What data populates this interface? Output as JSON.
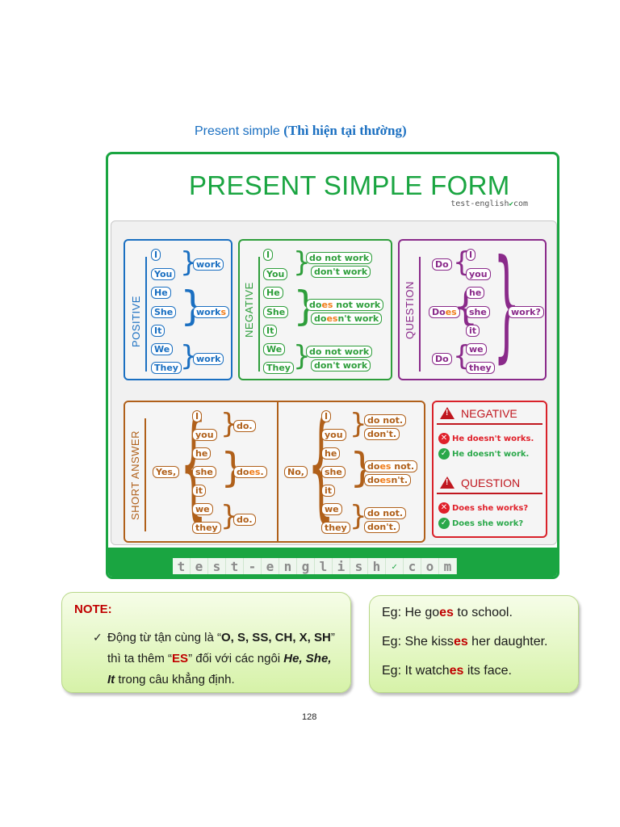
{
  "heading": {
    "prefix": "Present simple ",
    "vn": "(Thì hiện tại thường)"
  },
  "infographic": {
    "title": "PRESENT SIMPLE FORM",
    "logo_small": "test-english",
    "logo_small_suffix": "com",
    "positive": {
      "label": "POSITIVE",
      "subjects": [
        "I",
        "You",
        "He",
        "She",
        "It",
        "We",
        "They"
      ],
      "verbs": [
        {
          "base": "work",
          "hl": ""
        },
        {
          "base": "work",
          "hl": "s"
        },
        {
          "base": "work",
          "hl": ""
        }
      ]
    },
    "negative": {
      "label": "NEGATIVE",
      "subjects": [
        "I",
        "You",
        "He",
        "She",
        "It",
        "We",
        "They"
      ],
      "group1": [
        "do not work",
        "don't work"
      ],
      "group2": [
        {
          "a": "do",
          "hl": "es",
          "b": " not work"
        },
        {
          "a": "do",
          "hl": "es",
          "b": "n't work"
        }
      ],
      "group3": [
        "do not work",
        "don't work"
      ]
    },
    "question": {
      "label": "QUESTION",
      "aux": [
        {
          "a": "Do",
          "hl": ""
        },
        {
          "a": "Do",
          "hl": "es"
        },
        {
          "a": "Do",
          "hl": ""
        }
      ],
      "subjects": [
        "I",
        "you",
        "he",
        "she",
        "it",
        "we",
        "they"
      ],
      "verb": "work?"
    },
    "short_answer": {
      "label": "SHORT ANSWER",
      "yes": "Yes,",
      "no": "No,",
      "subjects": [
        "I",
        "you",
        "he",
        "she",
        "it",
        "we",
        "they"
      ],
      "yes_groups": [
        {
          "a": "do.",
          "hl": ""
        },
        {
          "a": "do",
          "hl": "es",
          "b": "."
        },
        {
          "a": "do.",
          "hl": ""
        }
      ],
      "no_groups": [
        [
          "do not.",
          "don't."
        ],
        [
          {
            "a": "do",
            "hl": "es",
            "b": " not."
          },
          {
            "a": "do",
            "hl": "es",
            "b": "n't."
          }
        ],
        [
          "do not.",
          "don't."
        ]
      ]
    },
    "warnings": {
      "negative_title": "NEGATIVE",
      "negative_wrong": "He doesn't works.",
      "negative_right": "He doesn't work.",
      "question_title": "QUESTION",
      "question_wrong": "Does she works?",
      "question_right": "Does she work?",
      "wrong_color": "#e0202a",
      "right_color": "#2aa84a"
    },
    "watermark": [
      "t",
      "e",
      "s",
      "t",
      "-",
      "e",
      "n",
      "g",
      "l",
      "i",
      "s",
      "h",
      "✓",
      "c",
      "o",
      "m"
    ]
  },
  "note": {
    "title": "NOTE:",
    "check": "✓",
    "line1_a": "Động từ tận cùng là “",
    "line1_b": "O, S, SS, CH, X, SH",
    "line1_c": "” thì ta thêm “",
    "line1_d": "ES",
    "line1_e": "” đối với các ngôi ",
    "line1_f": "He, She, It",
    "line1_g": " trong câu khẳng định."
  },
  "examples": [
    {
      "a": "Eg:  He go",
      "hl": "es",
      "b": " to school."
    },
    {
      "a": "Eg: She kiss",
      "hl": "es",
      "b": " her daughter."
    },
    {
      "a": "Eg: It watch",
      "hl": "es",
      "b": " its face."
    }
  ],
  "page_number": "128",
  "colors": {
    "brand_green": "#1aa541",
    "positive": "#1a6fc1",
    "negative": "#2e9e3b",
    "question": "#8a2a8a",
    "short_answer": "#b0601a",
    "warning": "#c0171f",
    "highlight": "#f07d1a",
    "note_red": "#c00000"
  }
}
